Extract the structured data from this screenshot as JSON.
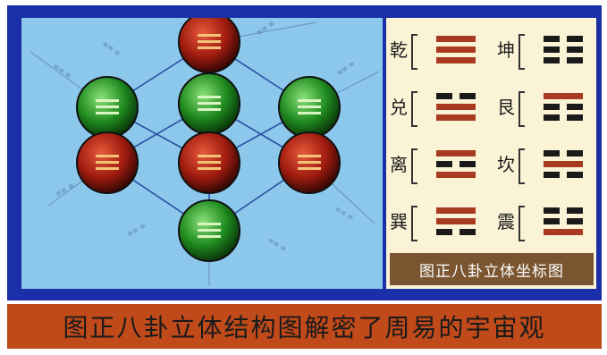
{
  "legend": {
    "trigrams": [
      {
        "name": "乾",
        "lines": [
          "yang",
          "yang",
          "yang"
        ]
      },
      {
        "name": "坤",
        "lines": [
          "yin",
          "yin",
          "yin"
        ]
      },
      {
        "name": "兑",
        "lines": [
          "yin",
          "yang",
          "yang"
        ]
      },
      {
        "name": "艮",
        "lines": [
          "yang",
          "yin",
          "yin"
        ]
      },
      {
        "name": "离",
        "lines": [
          "yang",
          "yin",
          "yang"
        ]
      },
      {
        "name": "坎",
        "lines": [
          "yin",
          "yang",
          "yin"
        ]
      },
      {
        "name": "巽",
        "lines": [
          "yang",
          "yang",
          "yin"
        ]
      },
      {
        "name": "震",
        "lines": [
          "yin",
          "yin",
          "yang"
        ]
      }
    ],
    "caption": "图正八卦立体坐标图"
  },
  "banner": {
    "text": "图正八卦立体结构图解密了周易的宇宙观"
  },
  "colors": {
    "frame": "#1a2fa8",
    "diagram_bg": "#8cc8ec",
    "legend_bg": "#fbf3d6",
    "caption_bg": "#7a5530",
    "banner_bg": "#c04a1a",
    "yang_bar": "#a83a22",
    "yin_bar": "#1a1a1a",
    "red_sphere": "#a01c10",
    "green_sphere": "#1f8a1f"
  }
}
